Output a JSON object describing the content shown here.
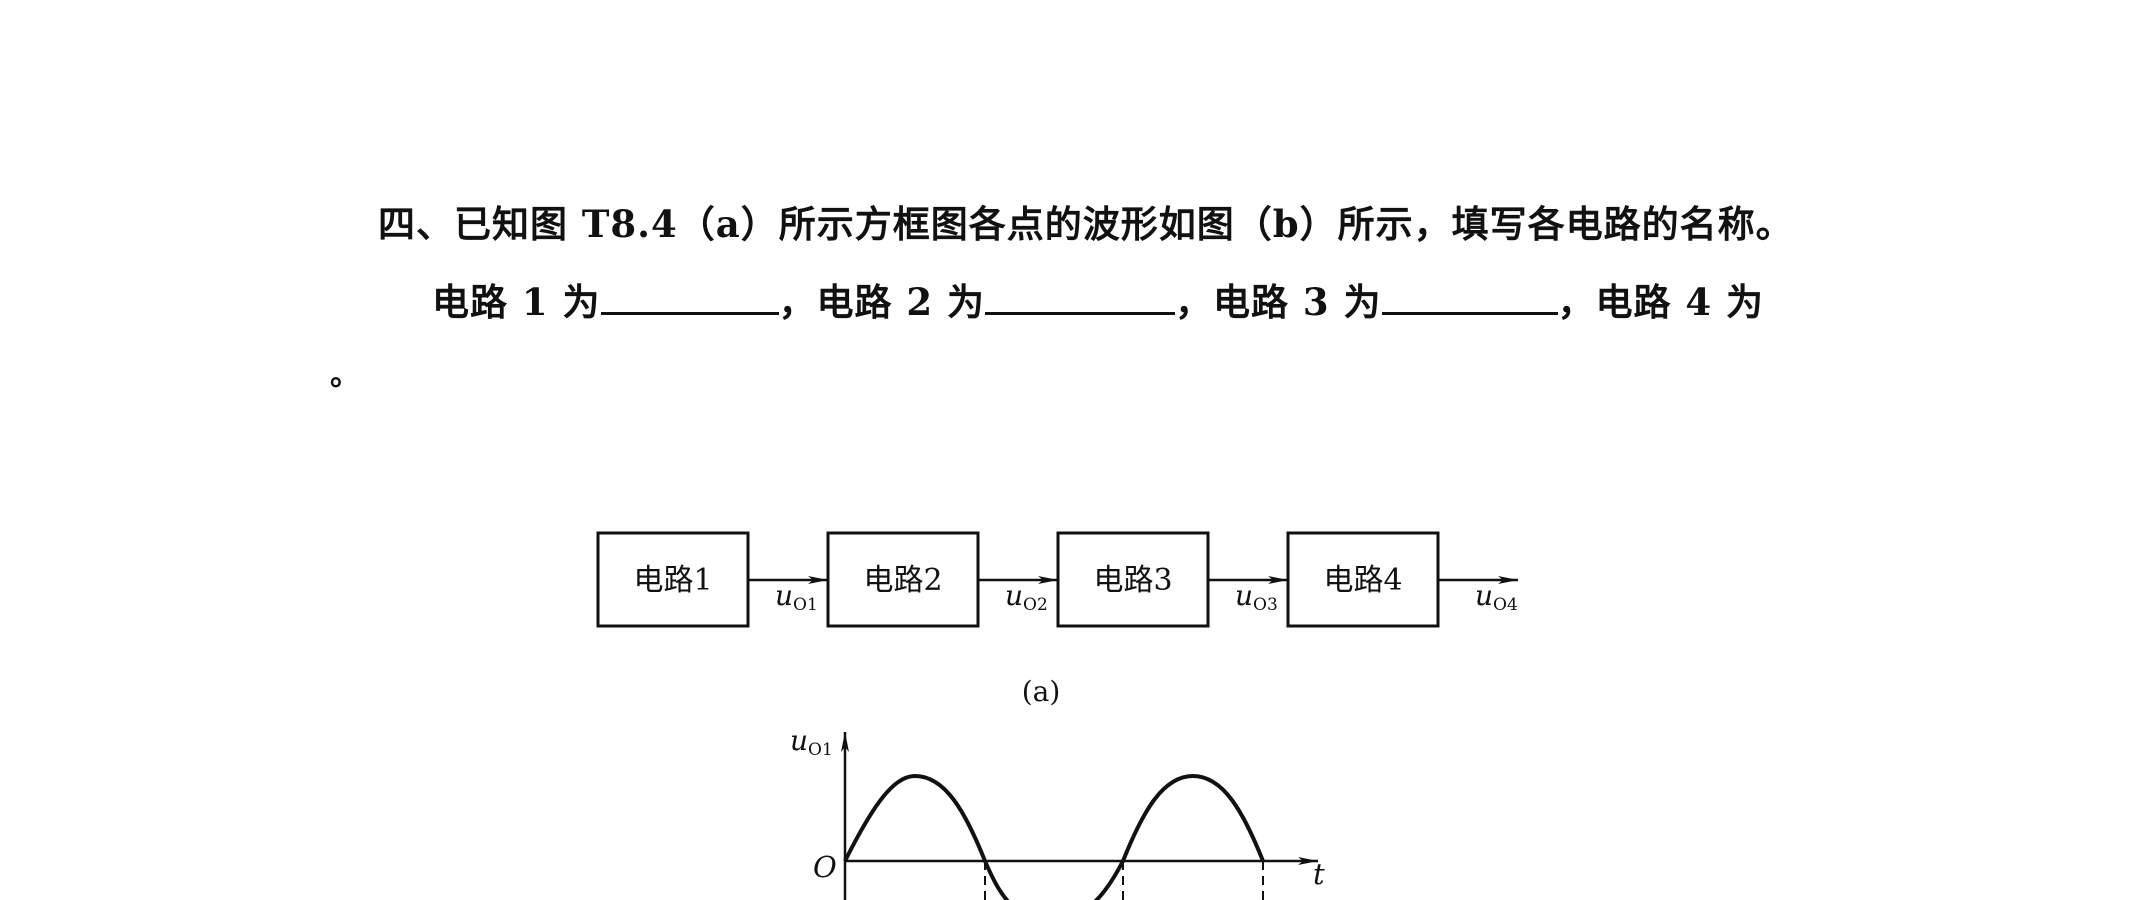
{
  "question": {
    "line1": "四、已知图 T8.4（a）所示方框图各点的波形如图（b）所示，填写各电路的名称。",
    "line2_parts": [
      "电路 1 为",
      "，电路 2 为",
      "，电路 3 为",
      "，电路 4 为"
    ],
    "line3": "。"
  },
  "block_diagram": {
    "blocks": [
      "电路1",
      "电路2",
      "电路3",
      "电路4"
    ],
    "signal_base": "u",
    "signal_subscripts": [
      "O1",
      "O2",
      "O3",
      "O4"
    ],
    "caption": "(a)"
  },
  "waveform": {
    "y_label_base": "u",
    "y_label_sub": "O1",
    "origin_label": "O",
    "x_label": "t"
  }
}
